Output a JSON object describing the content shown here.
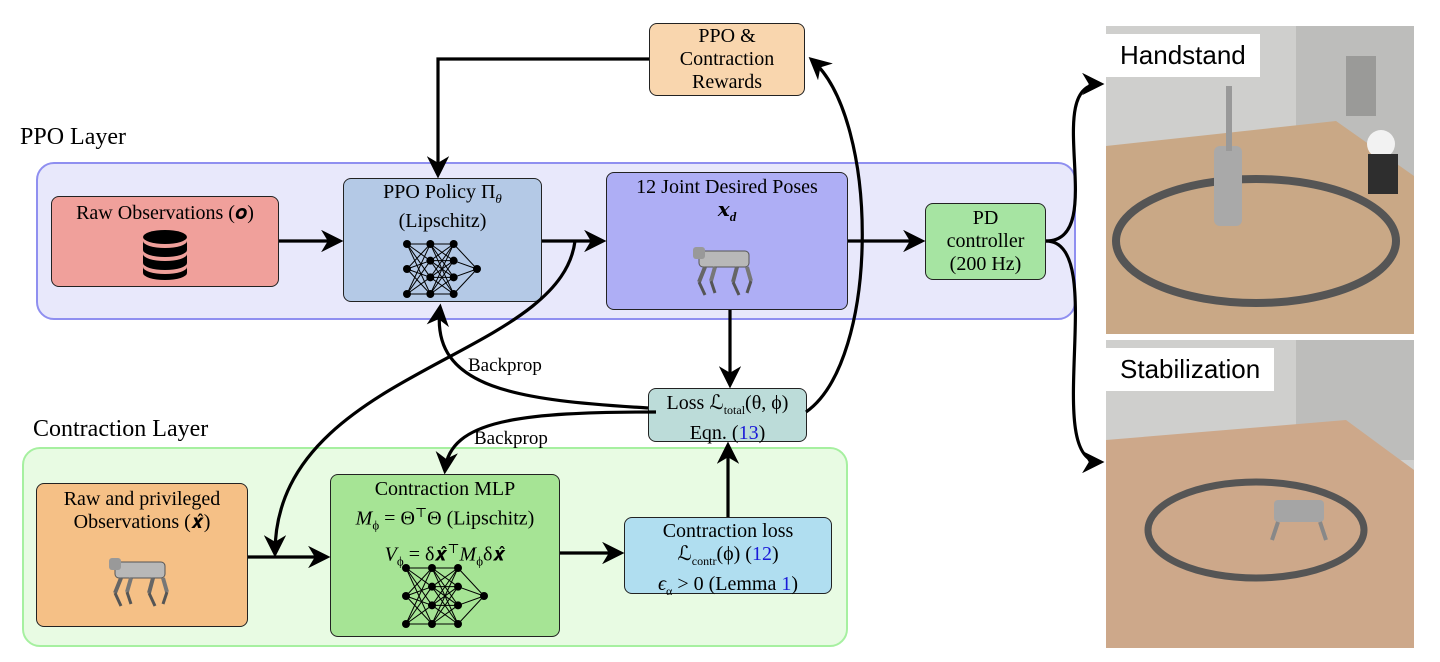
{
  "layers": {
    "ppo_title": "PPO Layer",
    "contraction_title": "Contraction Layer"
  },
  "boxes": {
    "rewards": [
      "PPO &",
      "Contraction",
      "Rewards"
    ],
    "raw_obs": "Raw Observations (𝒐)",
    "policy": [
      "PPO Policy Π",
      "(Lipschitz)"
    ],
    "policy_sub": "θ",
    "poses": [
      "12 Joint Desired Poses",
      "𝒙"
    ],
    "poses_sub": "d",
    "pd": [
      "PD",
      "controller",
      "(200 Hz)"
    ],
    "loss_line1": "Loss ℒ",
    "loss_sub": "total",
    "loss_args": "(θ, ϕ)",
    "loss_eqn_prefix": "Eqn. (",
    "loss_eqn_ref": "13",
    "loss_eqn_suffix": ")",
    "privileged": [
      "Raw and privileged",
      "Observations (𝒙̂)"
    ],
    "mlp": [
      "Contraction MLP",
      "M",
      "ϕ",
      " = Θ",
      "⊤",
      "Θ (Lipschitz)",
      "V",
      "ϕ",
      " = δ𝒙̂",
      "⊤",
      "M",
      "ϕ",
      "δ𝒙̂"
    ],
    "closs_title": "Contraction loss",
    "closs_l2_a": "ℒ",
    "closs_l2_sub": "contr",
    "closs_l2_b": "(ϕ) (",
    "closs_l2_ref": "12",
    "closs_l2_c": ")",
    "closs_l3_a": "ϵ",
    "closs_l3_sub": "α",
    "closs_l3_b": " > 0 (Lemma ",
    "closs_l3_ref": "1",
    "closs_l3_c": ")"
  },
  "edge_labels": {
    "backprop_upper": "Backprop",
    "backprop_lower": "Backprop"
  },
  "photos": {
    "top_label": "Handstand",
    "bottom_label": "Stabilization"
  }
}
